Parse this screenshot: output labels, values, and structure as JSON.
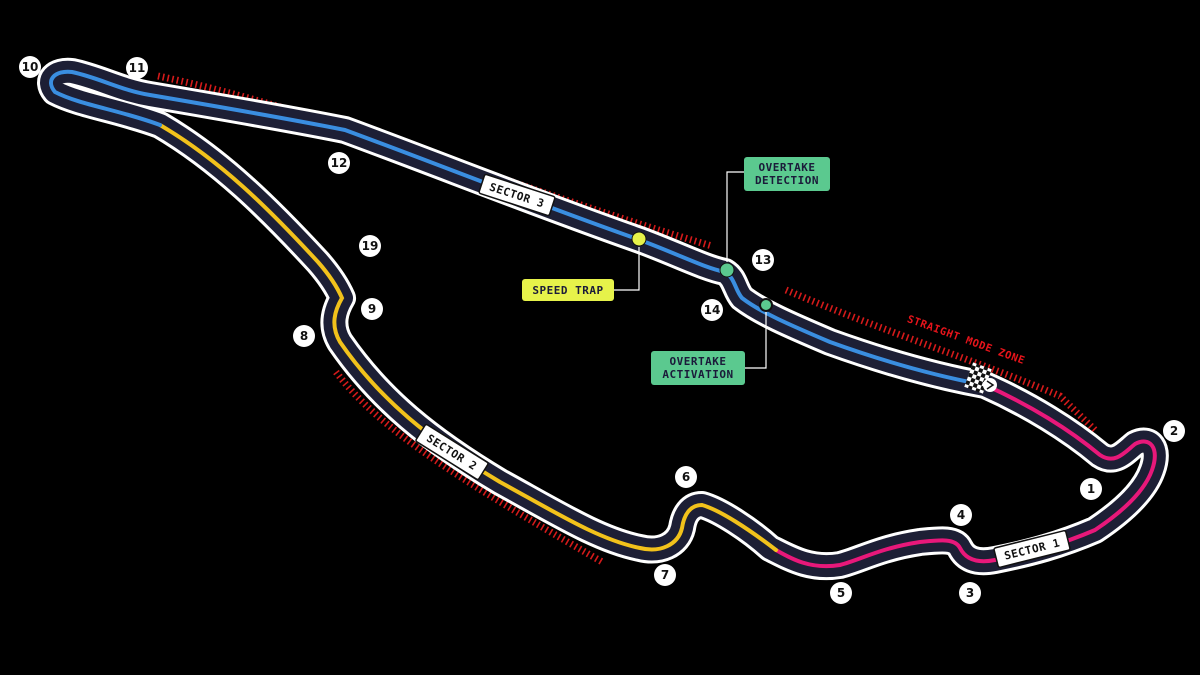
{
  "colors": {
    "background": "#000000",
    "track_edge": "#ffffff",
    "track_surface": "#1d1f35",
    "sector_1": "#e8187a",
    "sector_2": "#f2c21b",
    "sector_3": "#3a8ee0",
    "straight_mode_zone": "#d41a1a",
    "speed_trap": "#e6f24a",
    "overtake": "#5bc98f"
  },
  "sectors": [
    {
      "id": "s1",
      "label": "SECTOR 1"
    },
    {
      "id": "s2",
      "label": "SECTOR 2"
    },
    {
      "id": "s3",
      "label": "SECTOR 3"
    }
  ],
  "turns": [
    "1",
    "2",
    "3",
    "4",
    "5",
    "6",
    "7",
    "8",
    "9",
    "10",
    "11",
    "12",
    "13",
    "14",
    "19"
  ],
  "speed_trap": {
    "label": "SPEED TRAP"
  },
  "overtake_detection": {
    "label_line1": "OVERTAKE",
    "label_line2": "DETECTION"
  },
  "overtake_activation": {
    "label_line1": "OVERTAKE",
    "label_line2": "ACTIVATION"
  },
  "straight_mode_zone": {
    "label": "STRAIGHT MODE ZONE"
  },
  "start_finish": {
    "icon": "checkered-flag-icon"
  },
  "direction": {
    "icon": "direction-arrow-icon"
  }
}
